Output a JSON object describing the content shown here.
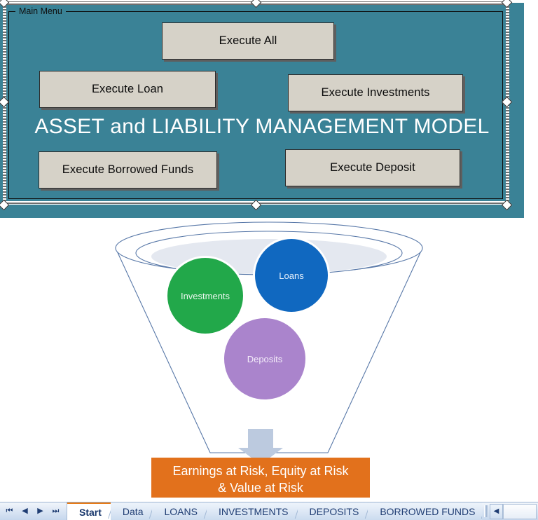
{
  "panel": {
    "groupbox_label": "Main Menu",
    "title": "ASSET and LIABILITY MANAGEMENT MODEL",
    "background_color": "#3a8296",
    "title_color": "#ffffff",
    "buttons": [
      {
        "id": "execute-all",
        "label": "Execute All"
      },
      {
        "id": "execute-loan",
        "label": "Execute Loan"
      },
      {
        "id": "execute-investments",
        "label": "Execute Investments"
      },
      {
        "id": "execute-borrowed-funds",
        "label": "Execute Borrowed Funds"
      },
      {
        "id": "execute-deposit",
        "label": "Execute Deposit"
      }
    ],
    "button_fill": "#d6d2c8",
    "selected": true
  },
  "diagram": {
    "type": "funnel",
    "bubbles": [
      {
        "label": "Investments",
        "color": "#22a84a"
      },
      {
        "label": "Loans",
        "color": "#1068c0"
      },
      {
        "label": "Deposits",
        "color": "#8f5fbf"
      }
    ],
    "funnel_outline_color": "#5878a8",
    "funnel_inner_fill": "#e4e8f0",
    "arrow_color": "#bccadf",
    "output_box": {
      "line1": "Earnings at Risk, Equity at Risk",
      "line2": "& Value at Risk",
      "fill": "#e2711c",
      "text_color": "#ffffff"
    }
  },
  "tabbar": {
    "nav": [
      {
        "name": "first-sheet",
        "glyph": "⏮"
      },
      {
        "name": "previous-sheet",
        "glyph": "◀"
      },
      {
        "name": "next-sheet",
        "glyph": "▶"
      },
      {
        "name": "last-sheet",
        "glyph": "⏭"
      }
    ],
    "tabs": [
      {
        "label": "Start",
        "active": true
      },
      {
        "label": "Data",
        "active": false
      },
      {
        "label": "LOANS",
        "active": false
      },
      {
        "label": "INVESTMENTS",
        "active": false
      },
      {
        "label": "DEPOSITS",
        "active": false
      },
      {
        "label": "BORROWED FUNDS",
        "active": false
      }
    ],
    "scroll_left_glyph": "◀",
    "active_tab_accent": "#e87b16"
  }
}
